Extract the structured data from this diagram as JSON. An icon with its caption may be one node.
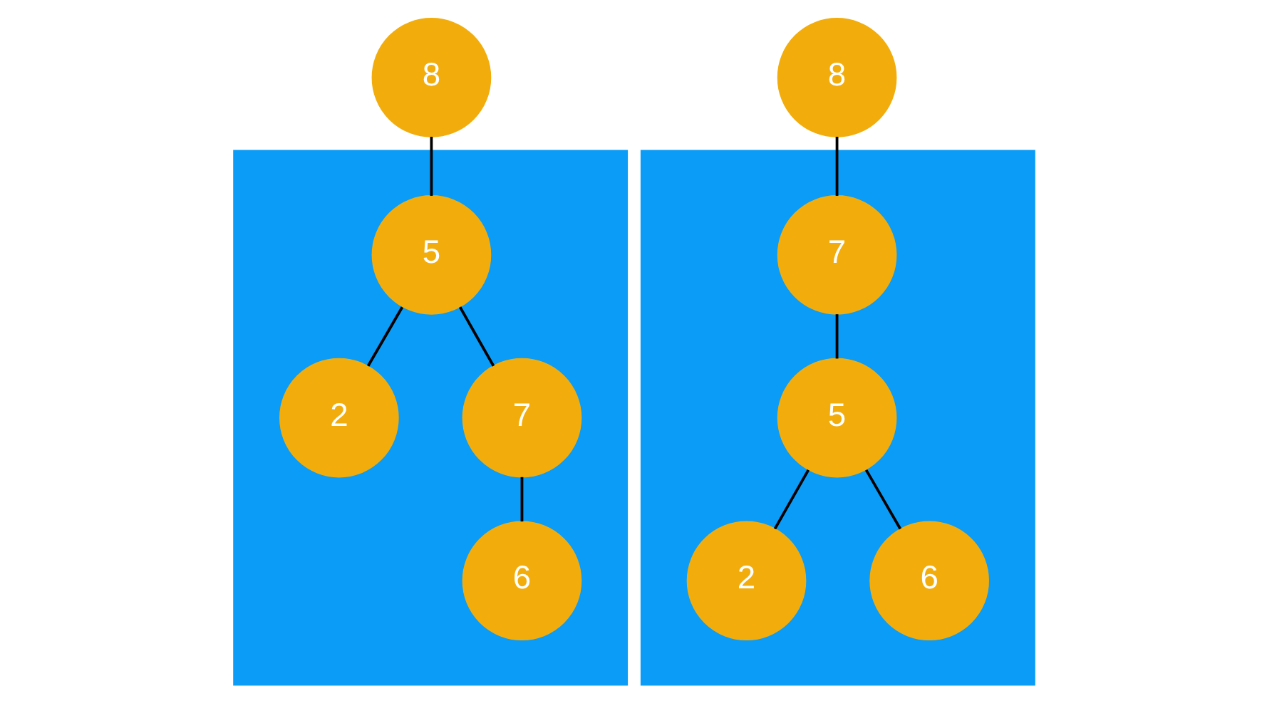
{
  "diagram": {
    "nodes": [
      {
        "text": [],
        "shape": "box"
      },
      {
        "text": [
          "8"
        ]
      },
      {
        "text": [
          "5"
        ],
        "in": 0
      },
      {
        "text": [
          "2"
        ],
        "in": 0
      },
      {
        "text": [
          "7"
        ],
        "in": 0
      },
      {
        "text": [
          "6"
        ],
        "in": 0
      },
      {
        "text": [],
        "shape": "box"
      },
      {
        "text": [
          "8"
        ]
      },
      {
        "text": [
          "7"
        ],
        "in": 6
      },
      {
        "text": [
          "5"
        ],
        "in": 6
      },
      {
        "text": [
          "2"
        ],
        "in": 6
      },
      {
        "text": [
          "6"
        ],
        "in": 6
      }
    ],
    "edges": [
      {
        "from": 1,
        "to": 2,
        "arrow": "none"
      },
      {
        "from": 2,
        "to": 3,
        "arrow": "none"
      },
      {
        "from": 2,
        "to": 4,
        "arrow": "none"
      },
      {
        "from": 4,
        "to": 5,
        "arrow": "none"
      },
      {
        "from": 7,
        "to": 8,
        "arrow": "none"
      },
      {
        "from": 8,
        "to": 9,
        "arrow": "none"
      },
      {
        "from": 9,
        "to": 10,
        "arrow": "none"
      },
      {
        "from": 9,
        "to": 11,
        "arrow": "none"
      }
    ]
  }
}
